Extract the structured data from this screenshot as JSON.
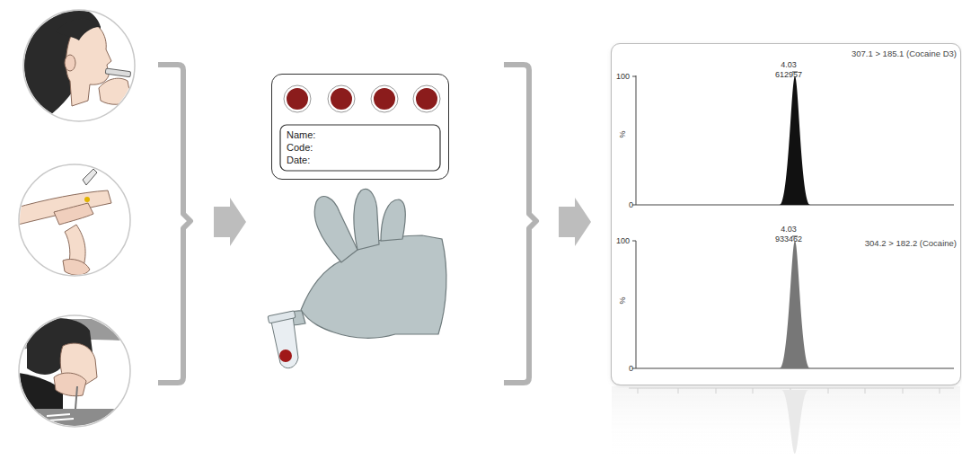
{
  "diagram": {
    "nodes": [
      {
        "text": [
          "Name:",
          "Code:",
          "Date:"
        ]
      },
      {
        "text": [
          "4.03",
          "612957",
          "307.1 > 185.1 (Cocaine D3)",
          "100",
          "%",
          "0",
          "4.03",
          "933462",
          "304.2 > 182.2 (Cocaine)",
          "100",
          "%",
          "0"
        ]
      }
    ]
  }
}
